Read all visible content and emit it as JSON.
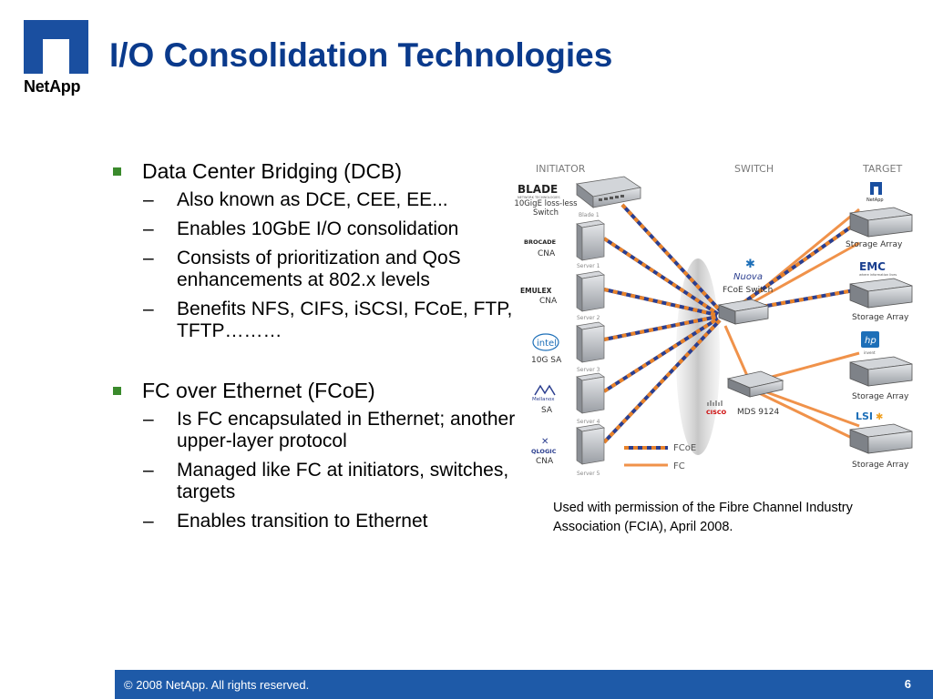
{
  "logo": {
    "text": "NetApp",
    "brand_color": "#1a4fa0"
  },
  "title": "I/O Consolidation Technologies",
  "bullets": [
    {
      "text": "Data Center Bridging (DCB)",
      "subs": [
        "Also known as DCE, CEE, EE...",
        "Enables 10GbE I/O consolidation",
        "Consists of prioritization and QoS enhancements at 802.x levels",
        "Benefits NFS, CIFS, iSCSI, FCoE, FTP, TFTP………"
      ]
    },
    {
      "text": "FC over Ethernet (FCoE)",
      "subs": [
        "Is FC encapsulated in Ethernet; another upper-layer protocol",
        "Managed like FC at initiators, switches, targets",
        "Enables transition to Ethernet"
      ]
    }
  ],
  "diagram": {
    "headers": {
      "initiator": "INITIATOR",
      "switch": "SWITCH",
      "target": "TARGET"
    },
    "initiators": [
      {
        "vendor": "BLADE",
        "vendor_sub": "NETWORK TECHNOLOGIES",
        "type": "10GigE loss-less Switch",
        "device": "Blade 1"
      },
      {
        "vendor": "BROCADE",
        "type": "CNA",
        "device": "Server 1"
      },
      {
        "vendor": "EMULEX",
        "type": "CNA",
        "device": "Server 2"
      },
      {
        "vendor": "intel",
        "type": "10G SA",
        "device": "Server 3"
      },
      {
        "vendor": "Mellanox",
        "type": "SA",
        "device": "Server 4"
      },
      {
        "vendor": "QLOGIC",
        "type": "CNA",
        "device": "Server 5"
      }
    ],
    "switches": {
      "fcoe_vendor": "Nuova",
      "fcoe_label": "FCoE Switch",
      "mds_vendor": "CISCO",
      "mds_label": "MDS 9124"
    },
    "targets": [
      {
        "vendor": "NetApp",
        "label": "Storage Array"
      },
      {
        "vendor": "EMC",
        "vendor_sub": "where information lives",
        "label": "Storage Array"
      },
      {
        "vendor": "hp",
        "vendor_sub": "invent",
        "label": "Storage Array"
      },
      {
        "vendor": "LSI",
        "label": "Storage Array"
      }
    ],
    "legend": {
      "fcoe": "FCoE",
      "fc": "FC"
    },
    "colors": {
      "fcoe_dash_a": "#2b3e8f",
      "fcoe_dash_b": "#e8822a",
      "fc": "#f0924a"
    }
  },
  "caption": "Used with permission of the Fibre Channel Industry Association (FCIA), April 2008.",
  "footer": {
    "copyright": "© 2008 NetApp.  All rights reserved.",
    "page": "6",
    "color": "#1e5aa8"
  }
}
